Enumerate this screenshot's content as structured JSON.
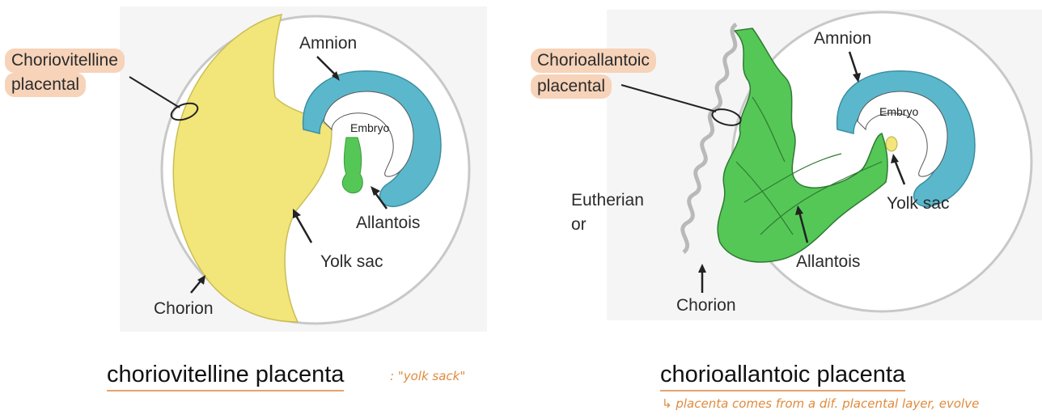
{
  "left_diagram": {
    "labels": {
      "placenta_type": [
        "Choriovitelline",
        "placental"
      ],
      "amnion": "Amnion",
      "embryo": "Embryo",
      "allantois": "Allantois",
      "yolk_sac": "Yolk sac",
      "chorion": "Chorion"
    },
    "caption": "choriovitelline placenta",
    "note": ": \"yolk sack\""
  },
  "right_diagram": {
    "labels": {
      "placenta_type": [
        "Chorioallantoic",
        "placental"
      ],
      "amnion": "Amnion",
      "embryo": "Embryo",
      "yolk_sac": "Yolk sac",
      "eutherian": [
        "Eutherian",
        "or"
      ],
      "allantois": "Allantois",
      "chorion": "Chorion"
    },
    "caption": "chorioallantoic placenta",
    "note": "↳ placenta comes from a dif. placental layer, evolve"
  },
  "colors": {
    "yolk": "#f2e57a",
    "amnion": "#5bb8cc",
    "allantois": "#55c757",
    "circle": "#c8c8c8",
    "highlight": "#f6d3b9",
    "annotation": "#e08a3c"
  }
}
